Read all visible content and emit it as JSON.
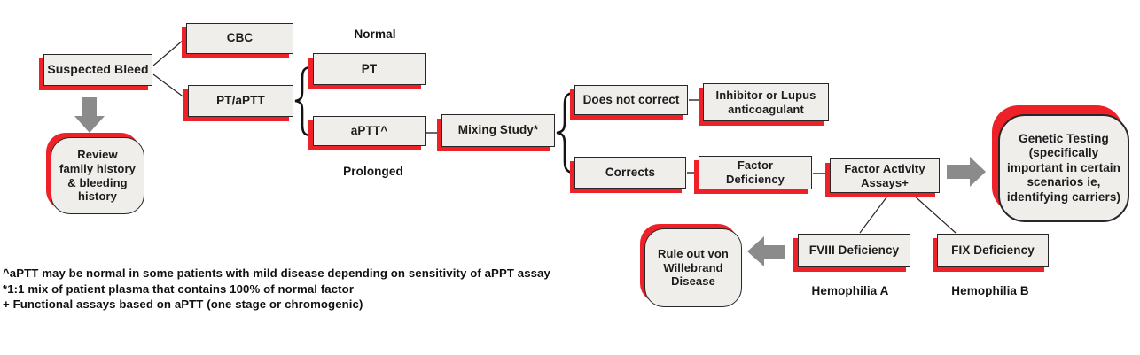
{
  "diagram_title": "Suspected bleed coagulation workup flowchart",
  "colors": {
    "accent_red": "#ee2028",
    "node_fill": "#f0eeeb",
    "node_border": "#2a2627",
    "arrow_gray": "#8b8b8b",
    "text": "#1d1b1c"
  },
  "nodes": {
    "suspected_bleed": {
      "label": "Suspected Bleed",
      "shape": "rect"
    },
    "cbc": {
      "label": "CBC",
      "shape": "rect"
    },
    "pt_aptt": {
      "label": "PT/aPTT",
      "shape": "rect"
    },
    "pt": {
      "label": "PT",
      "shape": "rect"
    },
    "aptt": {
      "label": "aPTT^",
      "shape": "rect"
    },
    "mixing_study": {
      "label": "Mixing Study*",
      "shape": "rect"
    },
    "does_not_correct": {
      "label": "Does not correct",
      "shape": "rect"
    },
    "inhibitor": {
      "label": "Inhibitor or Lupus\nanticoagulant",
      "shape": "rect"
    },
    "corrects": {
      "label": "Corrects",
      "shape": "rect"
    },
    "factor_deficiency": {
      "label": "Factor\nDeficiency",
      "shape": "rect"
    },
    "factor_activity": {
      "label": "Factor Activity\nAssays+",
      "shape": "rect"
    },
    "genetic_testing": {
      "label": "Genetic Testing\n(specifically\nimportant in certain\nscenarios ie,\nidentifying carriers)",
      "shape": "rounded"
    },
    "review_history": {
      "label": "Review\nfamily history\n& bleeding\nhistory",
      "shape": "rounded"
    },
    "rule_out_vwd": {
      "label": "Rule out von\nWillebrand\nDisease",
      "shape": "rounded"
    },
    "fviii": {
      "label": "FVIII Deficiency",
      "shape": "rect"
    },
    "fix": {
      "label": "FIX Deficiency",
      "shape": "rect"
    }
  },
  "annotations": {
    "normal": "Normal",
    "prolonged": "Prolonged",
    "hemophilia_a": "Hemophilia A",
    "hemophilia_b": "Hemophilia B"
  },
  "edges": [
    {
      "from": "suspected_bleed",
      "to": "cbc",
      "type": "line"
    },
    {
      "from": "suspected_bleed",
      "to": "pt_aptt",
      "type": "line"
    },
    {
      "from": "suspected_bleed",
      "to": "review_history",
      "type": "block-arrow-down"
    },
    {
      "from": "pt_aptt",
      "to": "pt",
      "type": "brace"
    },
    {
      "from": "pt_aptt",
      "to": "aptt",
      "type": "brace"
    },
    {
      "from": "aptt",
      "to": "mixing_study",
      "type": "line"
    },
    {
      "from": "mixing_study",
      "to": "does_not_correct",
      "type": "brace"
    },
    {
      "from": "mixing_study",
      "to": "corrects",
      "type": "brace"
    },
    {
      "from": "does_not_correct",
      "to": "inhibitor",
      "type": "line"
    },
    {
      "from": "corrects",
      "to": "factor_deficiency",
      "type": "line"
    },
    {
      "from": "factor_deficiency",
      "to": "factor_activity",
      "type": "line"
    },
    {
      "from": "factor_activity",
      "to": "fviii",
      "type": "line"
    },
    {
      "from": "factor_activity",
      "to": "fix",
      "type": "line"
    },
    {
      "from": "factor_activity",
      "to": "genetic_testing",
      "type": "block-arrow-right"
    },
    {
      "from": "fviii",
      "to": "rule_out_vwd",
      "type": "block-arrow-left"
    }
  ],
  "footnotes": [
    "^aPTT may be normal in some patients with mild disease depending on sensitivity of aPPT assay",
    "*1:1 mix of patient plasma that contains 100% of normal factor",
    "+ Functional assays based on aPTT (one stage or chromogenic)"
  ]
}
